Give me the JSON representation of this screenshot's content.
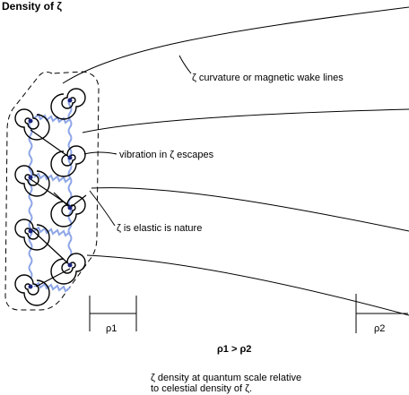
{
  "title": "Density of ζ",
  "annotations": {
    "wake_lines": "ζ curvature or magnetic wake lines",
    "vibration": "vibration in ζ escapes",
    "elastic": "ζ is elastic is nature"
  },
  "measures": {
    "rho1": "ρ1",
    "rho2": "ρ2",
    "relation": "ρ1 > ρ2"
  },
  "caption": {
    "line1": "ζ density at quantum scale relative",
    "line2": "to celestial density of ζ."
  },
  "colors": {
    "ink": "#000000",
    "spring": "#8ea6e8",
    "spiral_core": "#1a237e"
  }
}
